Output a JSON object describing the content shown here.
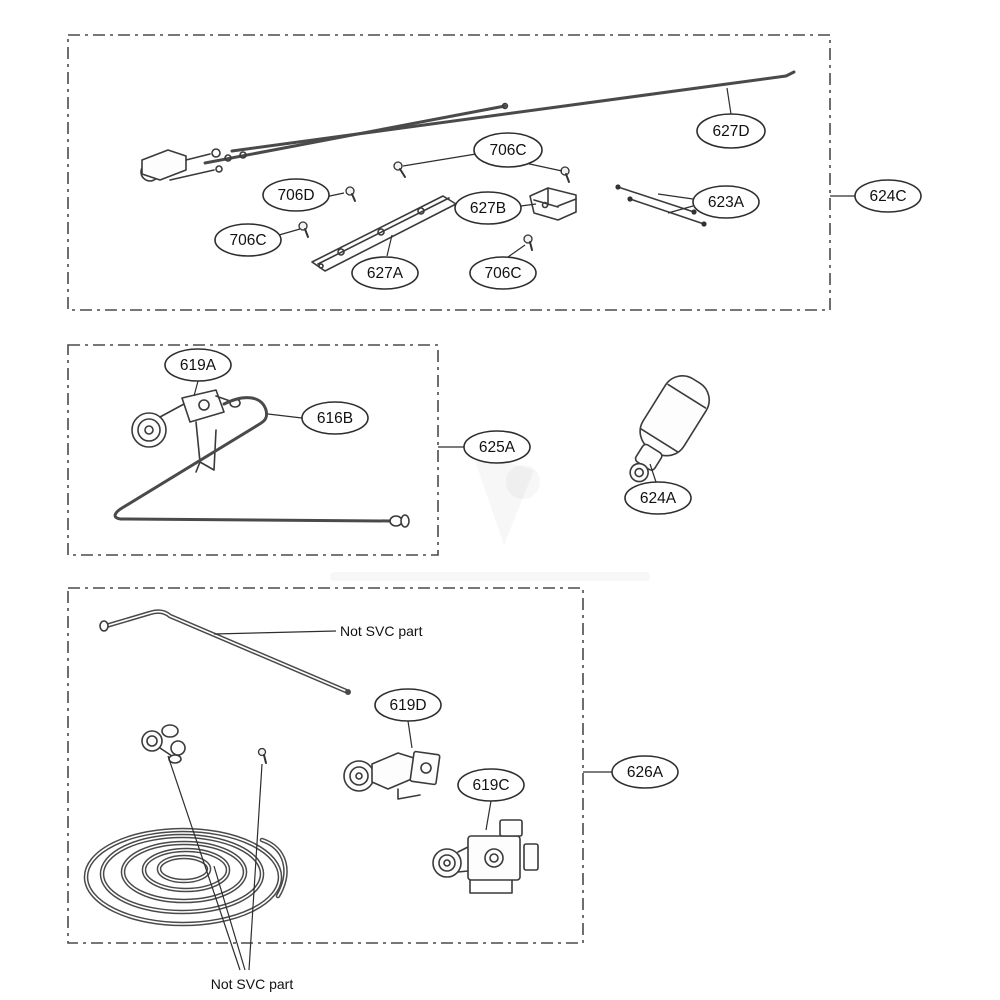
{
  "colors": {
    "background": "#ffffff",
    "line": "#3a3a3a",
    "callout_stroke": "#2e2e2e"
  },
  "sections": [
    {
      "name": "top-assembly",
      "group_callout": "624C"
    },
    {
      "name": "middle-assembly",
      "group_callout": "625A"
    },
    {
      "name": "bottom-assembly",
      "group_callout": "626A"
    }
  ],
  "callouts": [
    {
      "label": "627D"
    },
    {
      "label": "706C"
    },
    {
      "label": "706D"
    },
    {
      "label": "627B"
    },
    {
      "label": "623A"
    },
    {
      "label": "624C"
    },
    {
      "label": "706C"
    },
    {
      "label": "627A"
    },
    {
      "label": "706C"
    },
    {
      "label": "619A"
    },
    {
      "label": "616B"
    },
    {
      "label": "625A"
    },
    {
      "label": "624A"
    },
    {
      "label": "619D"
    },
    {
      "label": "619C"
    },
    {
      "label": "626A"
    }
  ],
  "notes": [
    {
      "text": "Not SVC part"
    },
    {
      "text": "Not SVC part"
    }
  ]
}
